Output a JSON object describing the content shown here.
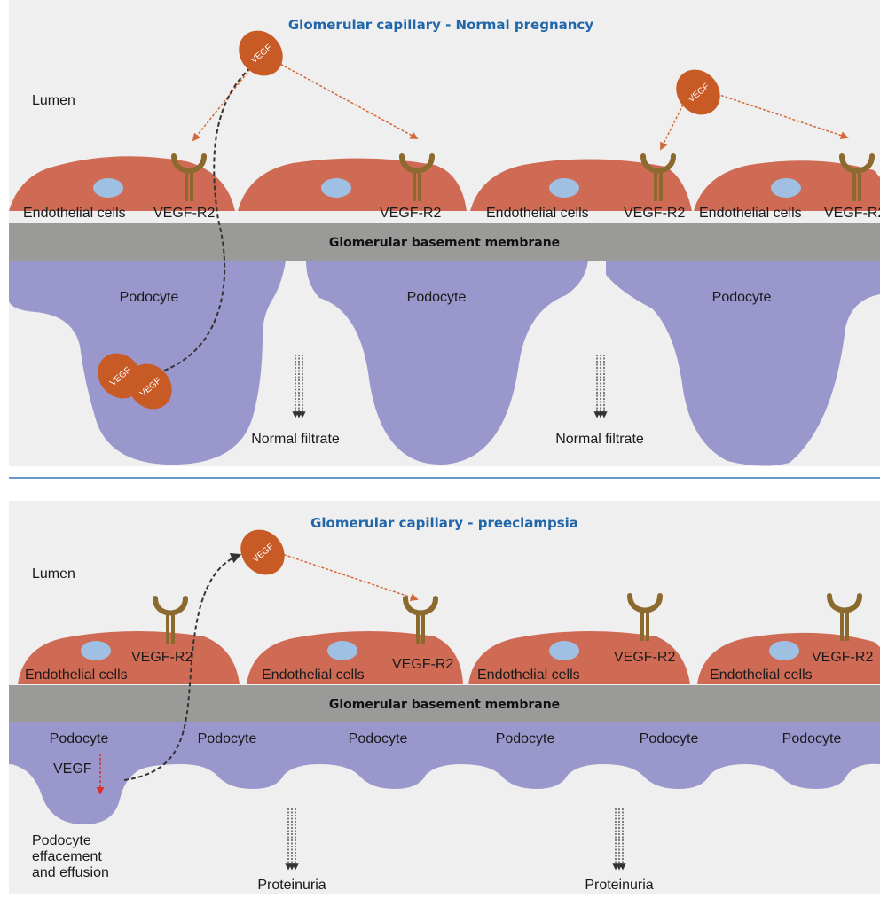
{
  "panels": [
    {
      "title": "Glomerular capillary - Normal pregnancy",
      "lumen": "Lumen",
      "endothelial": "Endothelial cells",
      "receptor": "VEGF-R2",
      "gbm": "Glomerular basement membrane",
      "podocyte": "Podocyte",
      "vegf": "VEGF",
      "filtrate": "Normal filtrate"
    },
    {
      "title": "Glomerular capillary - preeclampsia",
      "lumen": "Lumen",
      "endothelial": "Endothelial cells",
      "receptor": "VEGF-R2",
      "gbm": "Glomerular basement membrane",
      "podocyte": "Podocyte",
      "vegf": "VEGF",
      "outcome": "Proteinuria",
      "effacement": [
        "Podocyte",
        "effacement",
        "and effusion"
      ]
    }
  ],
  "colors": {
    "background": "#efefef",
    "endothelium": "#cf6b55",
    "nucleus": "#9fbfe3",
    "gbm": "#9a9a98",
    "podocyte": "#9a97cc",
    "vegf": "#c85a26",
    "receptor": "#8c6a2e",
    "title": "#2266aa",
    "divider": "#3377bb"
  }
}
